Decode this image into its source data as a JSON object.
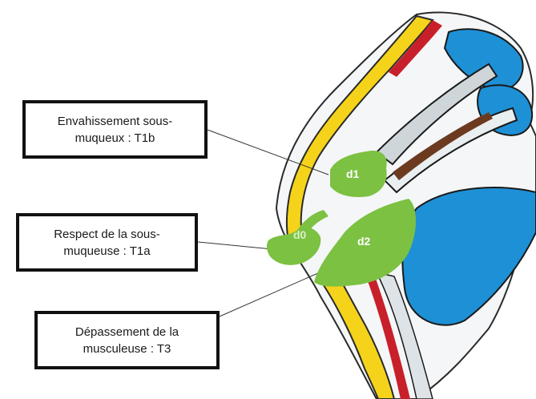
{
  "labels": {
    "t1b": {
      "line1": "Envahissement sous-",
      "line2": "muqueux : T1b"
    },
    "t1a": {
      "line1": "Respect de la sous-",
      "line2": "muqueuse : T1a"
    },
    "t3": {
      "line1": "Dépassement de la",
      "line2": "musculeuse : T3"
    }
  },
  "regions": {
    "d0": "d0",
    "d1": "d1",
    "d2": "d2"
  },
  "colors": {
    "lesion": "#7cc142",
    "mucosa_blue": "#1e90d6",
    "submucosa_yellow": "#f5d31a",
    "muscle_red": "#c8202a",
    "brown": "#6b3a1f",
    "outline": "#2a2a2a",
    "grey_layer": "#bfc7cc"
  }
}
